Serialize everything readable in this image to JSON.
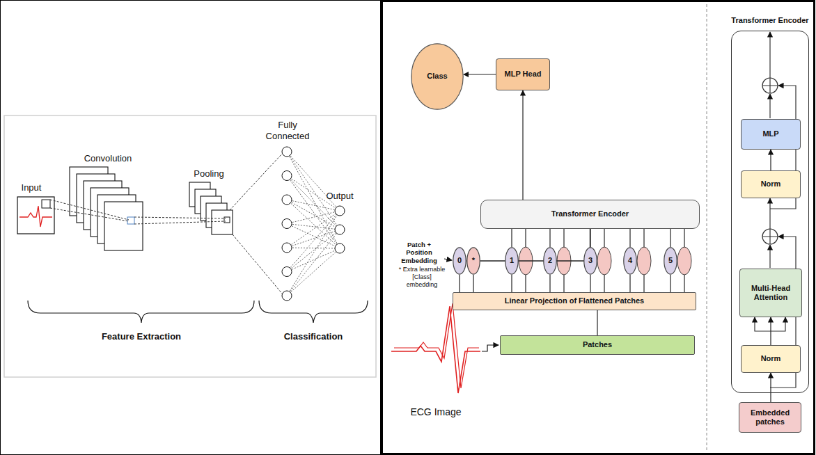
{
  "diagram": {
    "nodes": [
      {
        "text": [
          "Class"
        ]
      },
      {
        "text": [
          "MLP Head"
        ]
      },
      {
        "text": [
          "Transformer Encoder"
        ]
      },
      {
        "text": [
          "0"
        ]
      },
      {
        "text": [
          "*"
        ]
      },
      {
        "text": [
          "1"
        ]
      },
      {
        "text": [
          "2"
        ]
      },
      {
        "text": [
          "3"
        ]
      },
      {
        "text": [
          "4"
        ]
      },
      {
        "text": [
          "5"
        ]
      },
      {
        "text": [
          "Linear Projection of Flattened Patches"
        ]
      },
      {
        "text": [
          "Patches"
        ]
      },
      {
        "text": [
          "Transformer Encoder"
        ]
      },
      {
        "text": [
          "MLP"
        ],
        "in": 12
      },
      {
        "text": [
          "Norm"
        ],
        "in": 12
      },
      {
        "text": [
          "Multi-Head Attention"
        ],
        "in": 12
      },
      {
        "text": [
          "Norm"
        ],
        "in": 12
      },
      {
        "text": [
          "Embedded patches"
        ]
      }
    ],
    "edges": [
      {
        "from": 2,
        "to": 1,
        "arrow": "to"
      },
      {
        "from": 1,
        "to": 0,
        "arrow": "to"
      },
      {
        "from": 3,
        "to": 2,
        "arrow": "none"
      },
      {
        "from": 4,
        "to": 2,
        "arrow": "none"
      },
      {
        "from": 5,
        "to": 2,
        "arrow": "none"
      },
      {
        "from": 6,
        "to": 2,
        "arrow": "none"
      },
      {
        "from": 7,
        "to": 2,
        "arrow": "none"
      },
      {
        "from": 8,
        "to": 2,
        "arrow": "none"
      },
      {
        "from": 9,
        "to": 2,
        "arrow": "none"
      },
      {
        "from": 10,
        "to": 3,
        "arrow": "none"
      },
      {
        "from": 10,
        "to": 4,
        "arrow": "none"
      },
      {
        "from": 10,
        "to": 5,
        "arrow": "none"
      },
      {
        "from": 10,
        "to": 6,
        "arrow": "none"
      },
      {
        "from": 10,
        "to": 7,
        "arrow": "none"
      },
      {
        "from": 10,
        "to": 8,
        "arrow": "none"
      },
      {
        "from": 10,
        "to": 9,
        "arrow": "none"
      },
      {
        "from": 11,
        "to": 10,
        "arrow": "none"
      },
      {
        "from": 17,
        "to": 16,
        "arrow": "to"
      },
      {
        "from": 16,
        "to": 15,
        "arrow": "to"
      },
      {
        "from": 14,
        "to": 13,
        "arrow": "to"
      }
    ],
    "labels": [
      "Input",
      "Convolution",
      "Pooling",
      "Fully Connected",
      "Output",
      "Feature Extraction",
      "Classification",
      "Patch + Position Embedding",
      "* Extra learnable [Class] embedding",
      "ECG Image"
    ]
  }
}
